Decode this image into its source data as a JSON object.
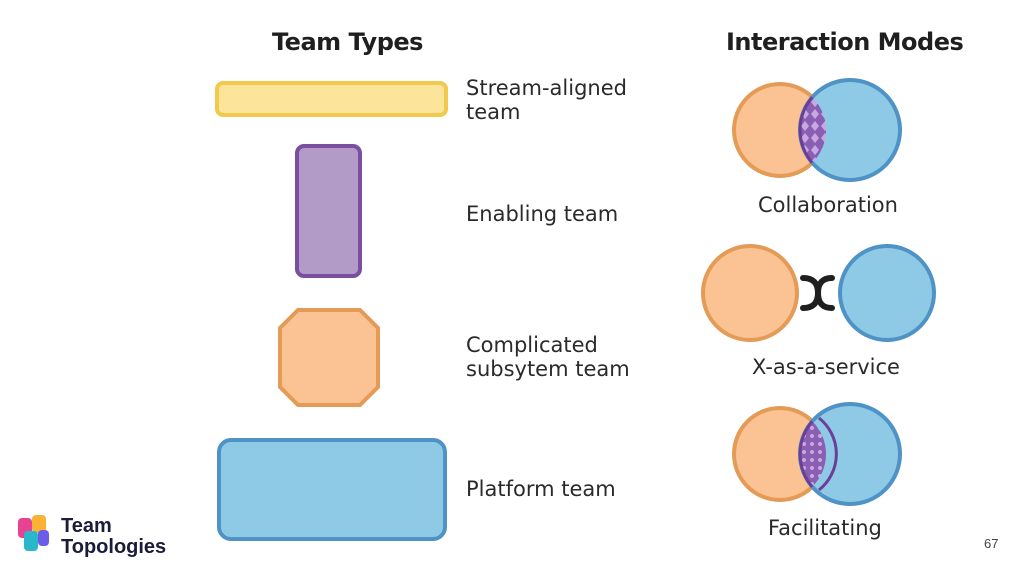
{
  "team_types": {
    "heading": "Team Types",
    "items": [
      {
        "label": "Stream-aligned\nteam",
        "fill": "#fde49b",
        "stroke": "#f2c94c"
      },
      {
        "label": "Enabling team",
        "fill": "#b39bc8",
        "stroke": "#7a4fa0"
      },
      {
        "label": "Complicated\nsubsytem team",
        "fill": "#fbc294",
        "stroke": "#e39b55"
      },
      {
        "label": "Platform team",
        "fill": "#8ecae6",
        "stroke": "#4f92c6"
      }
    ]
  },
  "interaction_modes": {
    "heading": "Interaction Modes",
    "items": [
      {
        "label": "Collaboration"
      },
      {
        "label": "X-as-a-service"
      },
      {
        "label": "Facilitating"
      }
    ],
    "colors": {
      "orange_fill": "#fbc294",
      "orange_stroke": "#e39b55",
      "blue_fill": "#8ecae6",
      "blue_stroke": "#4f92c6",
      "purple": "#8a5fb3"
    }
  },
  "logo": {
    "text": "Team\nTopologies",
    "colors": [
      "#e84393",
      "#f9b233",
      "#2ab7ca",
      "#6c5ce7"
    ]
  },
  "page_number": "67"
}
